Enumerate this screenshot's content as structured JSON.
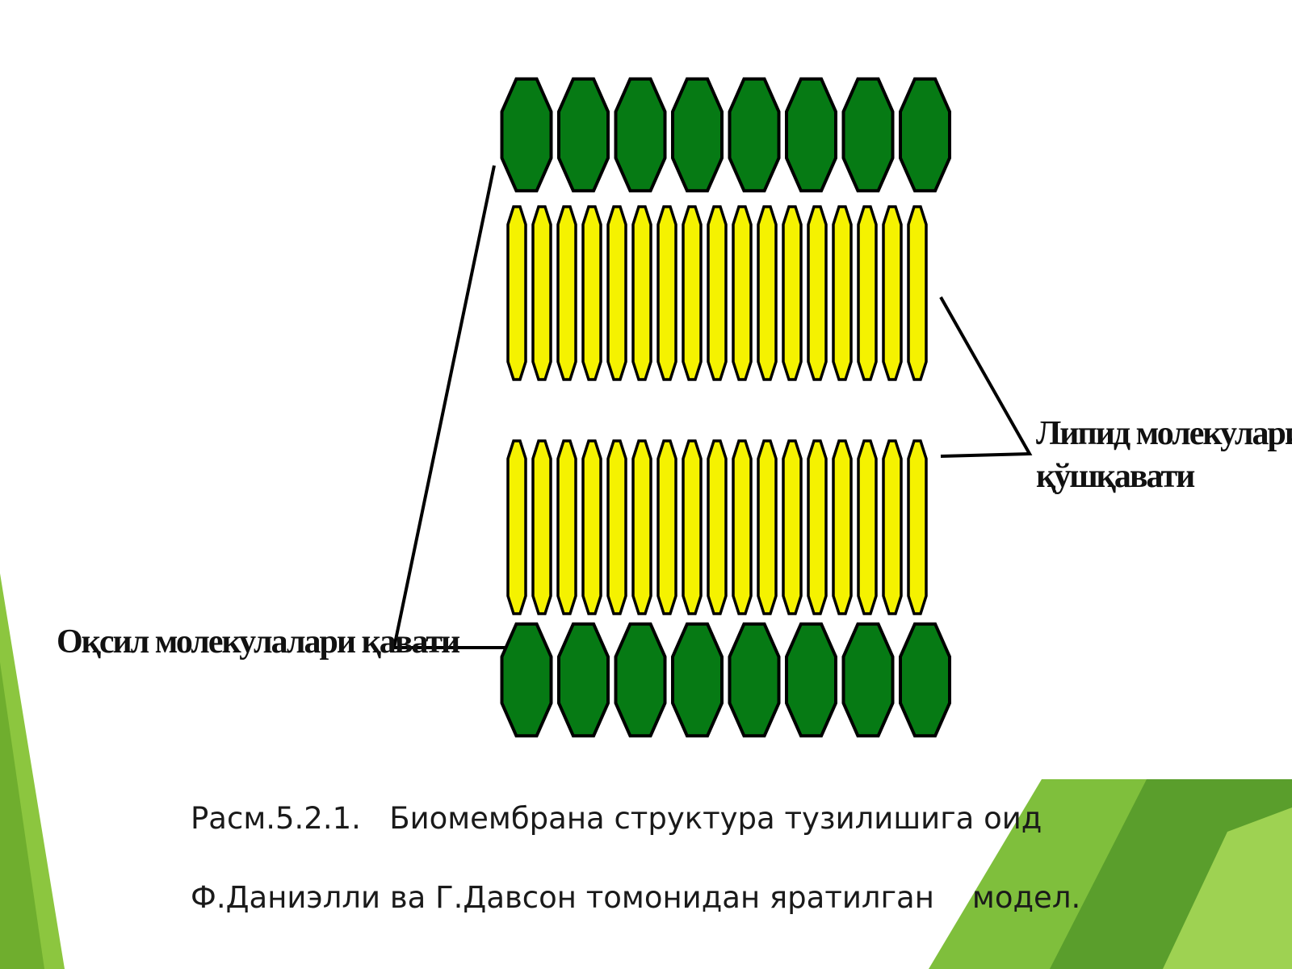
{
  "diagram": {
    "protein_label": "Оқсил молекулалари қавати",
    "lipid_label_line1": "Липид молекулари",
    "lipid_label_line2": "қўшқавати"
  },
  "caption": {
    "line1": "Расм.5.2.1.   Биомембрана структура тузилишига оид",
    "line2": "Ф.Даниэлли ва Г.Давсон томонидан яратилган    модел."
  },
  "colors": {
    "protein": "#067a14",
    "lipid": "#f5f200",
    "outline": "#000000",
    "accent_green": "#8cc63f"
  }
}
